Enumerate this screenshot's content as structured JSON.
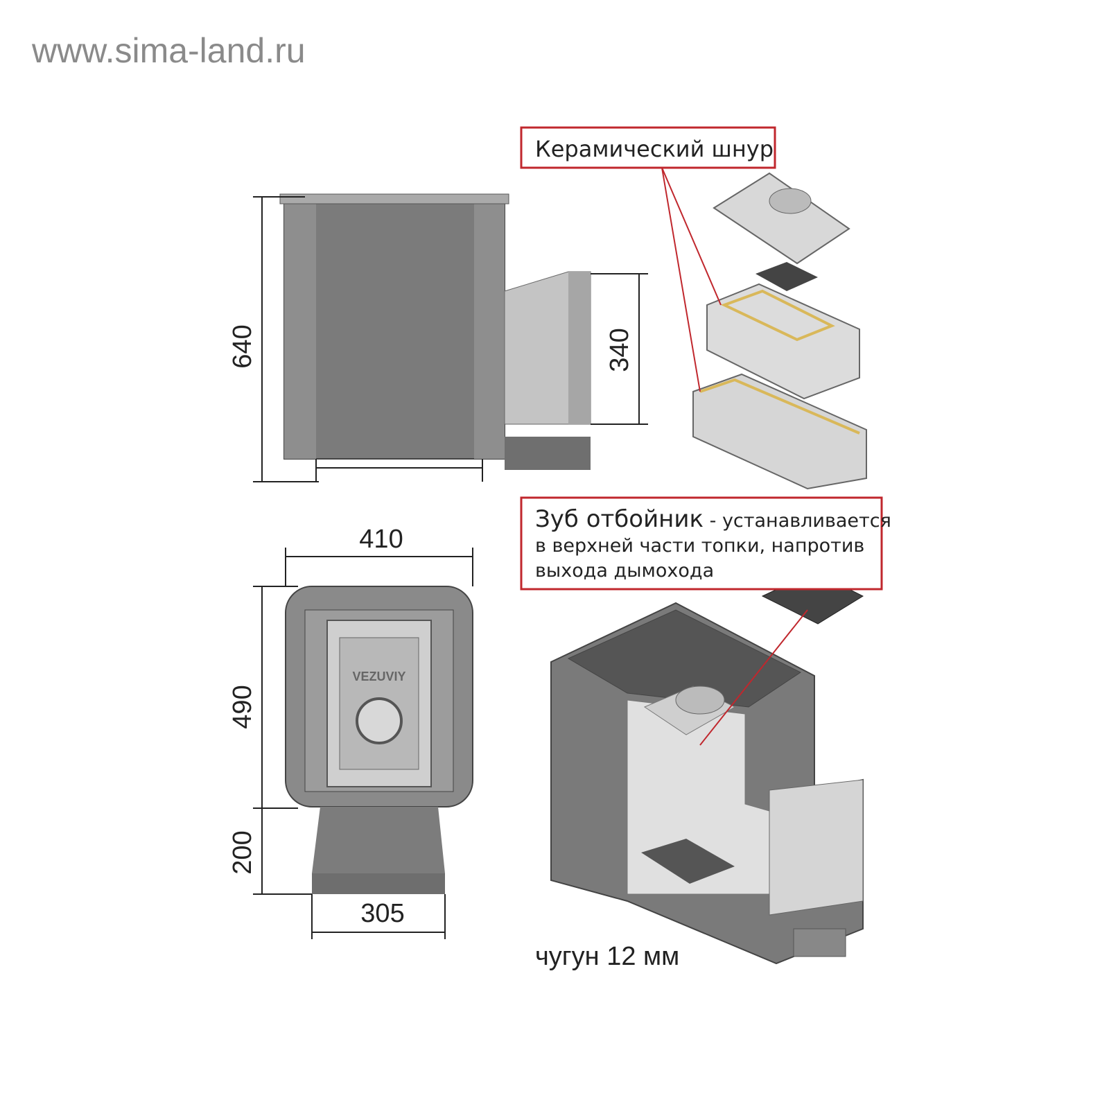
{
  "watermark": "www.sima-land.ru",
  "callouts": {
    "ceramic_cord": "Керамический шнур",
    "baffle_line1_bold": "Зуб отбойник",
    "baffle_line1_rest": " - устанавливается",
    "baffle_line2": "в верхней части топки, напротив",
    "baffle_line3": "выхода дымохода"
  },
  "dimensions": {
    "height_total": "640",
    "height_tunnel": "340",
    "width": "410",
    "depth": "490",
    "tunnel_length": "200",
    "tunnel_width": "305"
  },
  "material_note": "чугун 12 мм",
  "logo_text": "VEZUVIY",
  "colors": {
    "callout_border": "#c0272d",
    "body_gray": "#7d7d7d",
    "cord": "#d9b85a"
  }
}
